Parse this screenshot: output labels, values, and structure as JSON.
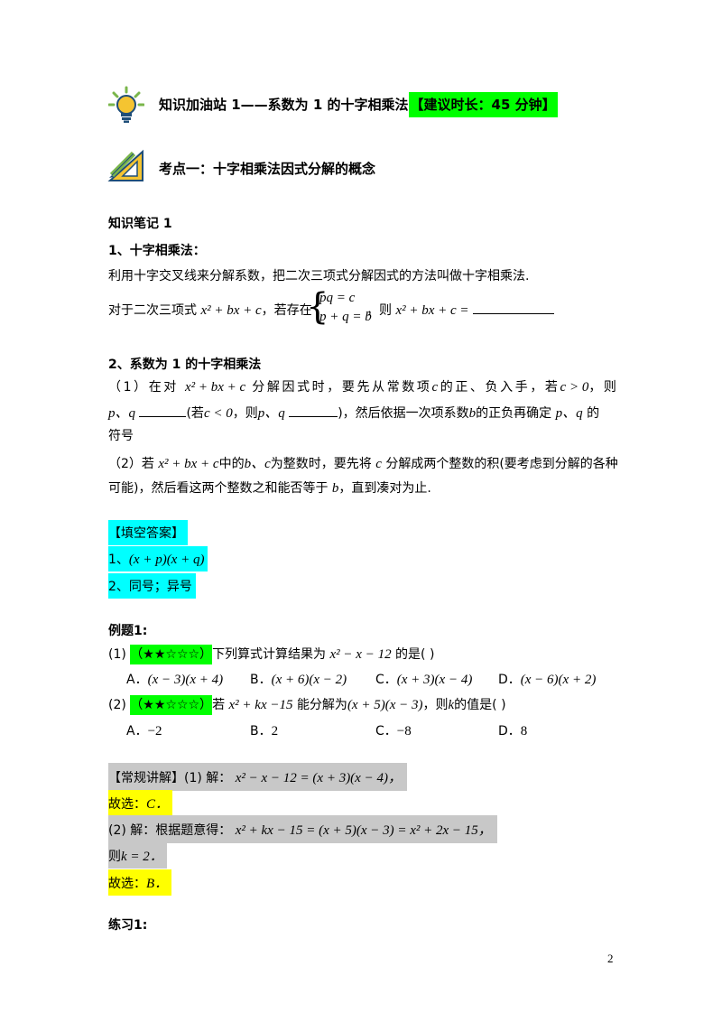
{
  "header": {
    "title": "知识加油站 1——系数为 1 的十字相乘法",
    "time_tag": "【建议时长：45 分钟】"
  },
  "section": {
    "title": "考点一：十字相乘法因式分解的概念"
  },
  "notes": {
    "heading": "知识笔记 1",
    "item1_title": "1、十字相乘法：",
    "item1_text": "利用十字交叉线来分解系数，把二次三项式分解因式的方法叫做十字相乘法.",
    "item1_line_a": "对于二次三项式",
    "item1_expr1": "x² + bx + c",
    "item1_line_b": "，若存在",
    "sys1": "pq = c",
    "sys2": "p + q = b",
    "item1_line_c": "，则",
    "item1_expr2": "x² + bx + c =",
    "item2_title": "2、系数为 1 的十字相乘法",
    "p1_a": "（1）在对",
    "p1_expr": "x² + bx + c",
    "p1_b": "分解因式时，要先从常数项",
    "p1_c_var": "c",
    "p1_c": "的正、负入手，若",
    "p1_cond": "c > 0",
    "p1_d": "，则",
    "p2_pq": "p、q",
    "p2_b": "(若",
    "p2_cond": "c < 0",
    "p2_c": "，则",
    "p2_pq2": "p、q",
    "p2_d": ")，然后依据一次项系数",
    "p2_bvar": "b",
    "p2_e": "的正负再确定",
    "p2_pq3": "p、q",
    "p2_f": "的",
    "p3": "符号",
    "p4_a": "（2）若",
    "p4_expr": "x² + bx + c",
    "p4_b": "中的",
    "p4_bc": "b、c",
    "p4_c": "为整数时，要先将",
    "p4_cvar": "c",
    "p4_d": "分解成两个整数的积(要考虑到分解的各种",
    "p5_a": "可能)，然后看这两个整数之和能否等于",
    "p5_bvar": "b",
    "p5_b": "，直到凑对为止."
  },
  "answers": {
    "heading": "【填空答案】",
    "a1_label": "1、",
    "a1_expr": "(x + p)(x + q)",
    "a2": "2、同号；异号"
  },
  "example": {
    "heading": "例题1:",
    "q1_num": "(1)",
    "q1_stars": "（★★☆☆☆）",
    "q1_text": "下列算式计算结果为",
    "q1_expr": "x² − x − 12",
    "q1_tail": "的是(        )",
    "q1_options": [
      {
        "label": "A．",
        "expr": "(x − 3)(x + 4)"
      },
      {
        "label": "B．",
        "expr": "(x + 6)(x − 2)"
      },
      {
        "label": "C．",
        "expr": "(x + 3)(x − 4)"
      },
      {
        "label": "D．",
        "expr": "(x − 6)(x + 2)"
      }
    ],
    "q2_num": "(2)",
    "q2_stars": "（★★☆☆☆）",
    "q2_text_a": "若",
    "q2_expr": "x² + kx −15",
    "q2_text_b": "能分解为",
    "q2_expr2": "(x + 5)(x − 3)",
    "q2_text_c": "，则",
    "q2_k": "k",
    "q2_tail": "的值是(        )",
    "q2_options": [
      {
        "label": "A．",
        "expr": "−2"
      },
      {
        "label": "B．",
        "expr": "2"
      },
      {
        "label": "C．",
        "expr": "−8"
      },
      {
        "label": "D．",
        "expr": "8"
      }
    ]
  },
  "solution": {
    "line1_label": "【常规讲解】(1) 解：",
    "line1_expr": "x² − x − 12 = (x + 3)(x − 4)，",
    "line2_label": "故选：",
    "line2_ans": "C．",
    "line3_label": "(2) 解：根据题意得：",
    "line3_expr": "x² + kx − 15 = (x + 5)(x − 3) = x² + 2x − 15，",
    "line4_label": "则",
    "line4_expr": "k = 2．",
    "line5_label": "故选：",
    "line5_ans": "B．"
  },
  "practice": {
    "heading": "练习1:"
  },
  "footer": {
    "page_number": "2"
  }
}
